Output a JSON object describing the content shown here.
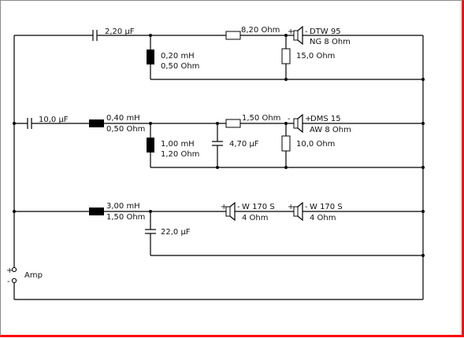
{
  "colors": {
    "highlight": "#cc0000",
    "ink": "#111111",
    "border": "#ff0000"
  },
  "amp": {
    "label": "Amp",
    "plus": "+",
    "minus": "-"
  },
  "tweeter": {
    "series_cap": "2,20 µF",
    "shunt_coil_l": "0,20 mH",
    "shunt_coil_r": "0,50 Ohm",
    "series_res": "8,20 Ohm",
    "shunt_res": "15,0 Ohm",
    "driver_name": "DTW 95",
    "driver_spec": "NG 8 Ohm",
    "driver_plus": "+",
    "driver_minus": "-"
  },
  "mid": {
    "series_cap": "10,0 µF",
    "series_coil_l": "0,40 mH",
    "series_coil_r": "0,50 Ohm",
    "shunt_coil_l": "1,00 mH",
    "shunt_coil_r": "1,20 Ohm",
    "shunt_cap": "4,70 µF",
    "series_res": "1,50 Ohm",
    "shunt_res": "10,0 Ohm",
    "driver_name": "DMS 15",
    "driver_spec": "AW 8 Ohm",
    "driver_plus": "+",
    "driver_minus": "-"
  },
  "woofer": {
    "series_coil_l": "3,00 mH",
    "series_coil_r": "1,50 Ohm",
    "shunt_cap": "22,0 µF",
    "driver1_name": "W 170 S",
    "driver1_spec": "4 Ohm",
    "driver2_name": "W 170 S",
    "driver2_spec": "4 Ohm",
    "driver_plus": "+",
    "driver_minus": "-"
  }
}
